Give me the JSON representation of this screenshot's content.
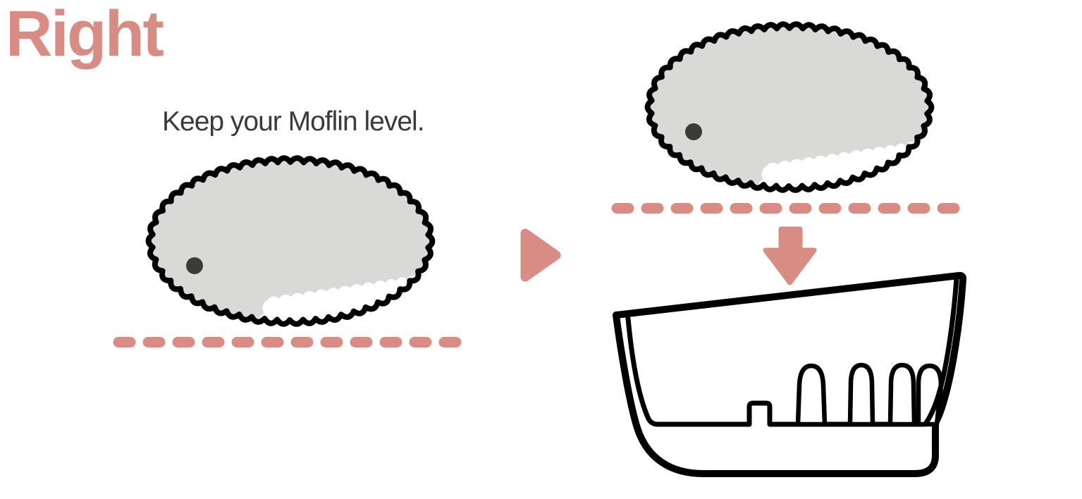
{
  "page": {
    "background": "#ffffff"
  },
  "title": {
    "text": "Right",
    "color": "#d98c84"
  },
  "caption": {
    "text": "Keep your Moflin level."
  },
  "colors": {
    "accent": "#d98c84",
    "outline": "#000000",
    "moflin_body": "#d9d9d7",
    "moflin_belly": "#ffffff",
    "eye": "#3b3b39",
    "caption_text": "#3a3a3a",
    "page_bg": "#ffffff"
  },
  "icons": {
    "next_step": "right-triangle-arrow",
    "place_down": "down-block-arrow"
  }
}
